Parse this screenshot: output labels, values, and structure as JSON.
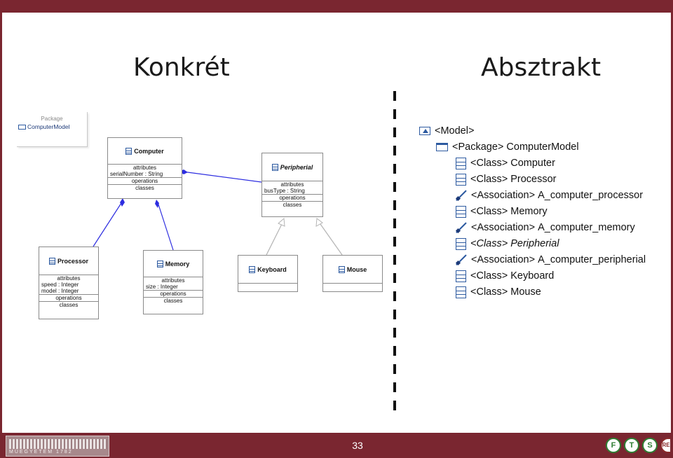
{
  "slide": {
    "page_number": "33",
    "left_heading": "Konkrét",
    "right_heading": "Absztrakt",
    "university_logo_text": "MŰEGYETEM 1782",
    "footer_logos": [
      "F",
      "T",
      "S",
      "RE"
    ]
  },
  "package": {
    "kind": "Package",
    "name": "ComputerModel"
  },
  "classes": {
    "computer": {
      "name": "Computer",
      "attributes_title": "attributes",
      "attributes": [
        "serialNumber : String"
      ],
      "operations_title": "operations",
      "classes_title": "classes"
    },
    "peripherial": {
      "name": "Peripherial",
      "attributes_title": "attributes",
      "attributes": [
        "busType : String"
      ],
      "operations_title": "operations",
      "classes_title": "classes",
      "abstract": true
    },
    "processor": {
      "name": "Processor",
      "attributes_title": "attributes",
      "attributes": [
        "speed : Integer",
        "model : Integer"
      ],
      "operations_title": "operations",
      "classes_title": "classes"
    },
    "memory": {
      "name": "Memory",
      "attributes_title": "attributes",
      "attributes": [
        "size : Integer"
      ],
      "operations_title": "operations",
      "classes_title": "classes"
    },
    "keyboard": {
      "name": "Keyboard"
    },
    "mouse": {
      "name": "Mouse"
    }
  },
  "tree": [
    {
      "icon": "model-icon",
      "kind": "<Model>",
      "name": ""
    },
    {
      "icon": "folder-icon",
      "kind": "<Package>",
      "name": "ComputerModel"
    },
    {
      "icon": "class-icon",
      "kind": "<Class>",
      "name": "Computer"
    },
    {
      "icon": "class-icon",
      "kind": "<Class>",
      "name": "Processor"
    },
    {
      "icon": "association-icon",
      "kind": "<Association>",
      "name": "A_computer_processor"
    },
    {
      "icon": "class-icon",
      "kind": "<Class>",
      "name": "Memory"
    },
    {
      "icon": "association-icon",
      "kind": "<Association>",
      "name": "A_computer_memory"
    },
    {
      "icon": "class-icon",
      "kind": "<Class>",
      "name": "Peripherial",
      "italic": true
    },
    {
      "icon": "association-icon",
      "kind": "<Association>",
      "name": "A_computer_peripherial"
    },
    {
      "icon": "class-icon",
      "kind": "<Class>",
      "name": "Keyboard"
    },
    {
      "icon": "class-icon",
      "kind": "<Class>",
      "name": "Mouse"
    }
  ],
  "colors": {
    "frame": "#7a2630",
    "association": "#2d2de0",
    "generalization": "#b4b4b4",
    "icon_blue": "#2d5aa0"
  }
}
